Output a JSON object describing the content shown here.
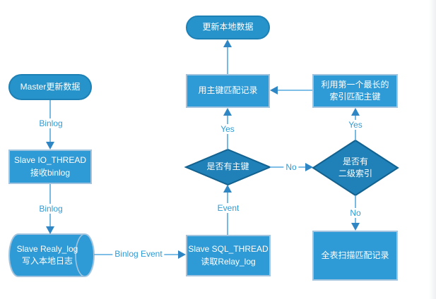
{
  "diagram_title": "MySQL master-slave replication flowchart",
  "colors": {
    "shape_fill": "#2F9BD6",
    "shape_border": "#A2C4DE",
    "pill_fill": "#2793CB",
    "pill_border": "#1E81B6",
    "diamond_fill": "#1F81B8",
    "diamond_border": "#13618E",
    "connector": "#55A8DE",
    "arrow": "#2E86C4",
    "label_text": "#2E9BD5",
    "node_text": "#FFFFFF"
  },
  "nodes": {
    "master": {
      "label": "Master更新数据"
    },
    "io_thread": {
      "line1": "Slave IO_THREAD",
      "line2": "接收binlog"
    },
    "relay_log": {
      "line1": "Slave Realy_log",
      "line2": "写入本地日志"
    },
    "sql_thread": {
      "line1": "Slave SQL_THREAD",
      "line2": "读取Relay_log"
    },
    "has_pk": {
      "label": "是否有主键"
    },
    "pk_match": {
      "label": "用主键匹配记录"
    },
    "update_local": {
      "label": "更新本地数据"
    },
    "longest_index": {
      "line1": "利用第一个最长的",
      "line2": "索引匹配主键"
    },
    "has_secondary": {
      "line1": "是否有",
      "line2": "二级索引"
    },
    "full_scan": {
      "label": "全表扫描匹配记录"
    }
  },
  "edge_labels": {
    "binlog1": "Binlog",
    "binlog2": "Binlog",
    "binlog_event": "Binlog Event",
    "event": "Event",
    "yes_pk": "Yes",
    "no_pk": "No",
    "yes_sec": "Yes",
    "no_sec": "No"
  }
}
